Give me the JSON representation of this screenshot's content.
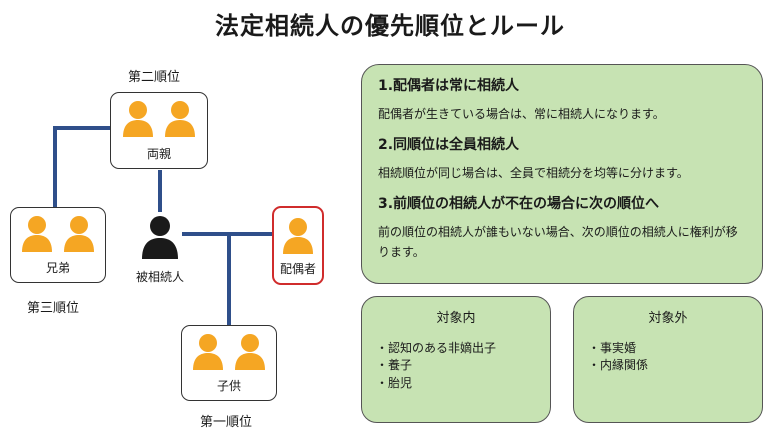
{
  "title": "法定相続人の優先順位とルール",
  "family": {
    "parents": {
      "label": "両親",
      "rank": "第二順位"
    },
    "siblings": {
      "label": "兄弟",
      "rank": "第三順位"
    },
    "deceased": {
      "label": "被相続人"
    },
    "spouse": {
      "label": "配偶者"
    },
    "children": {
      "label": "子供",
      "rank": "第一順位"
    }
  },
  "rules": [
    {
      "heading": "1.配偶者は常に相続人",
      "text": "配偶者が生きている場合は、常に相続人になります。"
    },
    {
      "heading": "2.同順位は全員相続人",
      "text": "相続順位が同じ場合は、全員で相続分を均等に分けます。"
    },
    {
      "heading": "3.前順位の相続人が不在の場合に次の順位へ",
      "text": "前の順位の相続人が誰もいない場合、次の順位の相続人に権利が移ります。"
    }
  ],
  "scope_in": {
    "heading": "対象内",
    "items": [
      "認知のある非嫡出子",
      "養子",
      "胎児"
    ]
  },
  "scope_out": {
    "heading": "対象外",
    "items": [
      "事実婚",
      "内縁関係"
    ]
  },
  "colors": {
    "person": "#f5a623",
    "deceased": "#1a1a1a",
    "line": "#2f4f8a",
    "panel": "#c7e3b3",
    "spouse_border": "#d02c2c"
  }
}
